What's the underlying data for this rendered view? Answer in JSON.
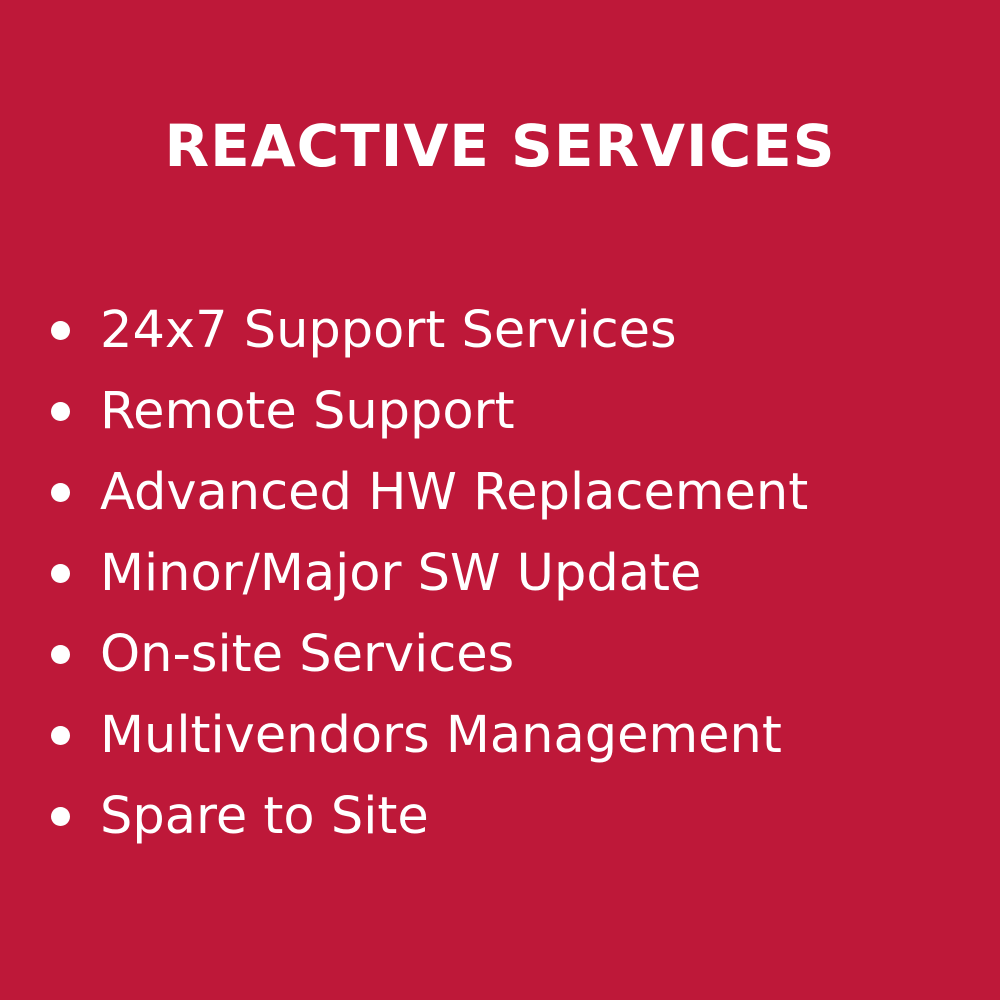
{
  "card": {
    "title": "REACTIVE SERVICES",
    "items": [
      "24x7 Support Services",
      "Remote Support",
      "Advanced HW Replacement",
      "Minor/Major SW Update",
      "On-site Services",
      "Multivendors Management",
      "Spare to Site"
    ]
  },
  "colors": {
    "background": "#be1839",
    "text": "#ffffff"
  },
  "icons": {
    "bullet": "bullet-dot-icon"
  }
}
